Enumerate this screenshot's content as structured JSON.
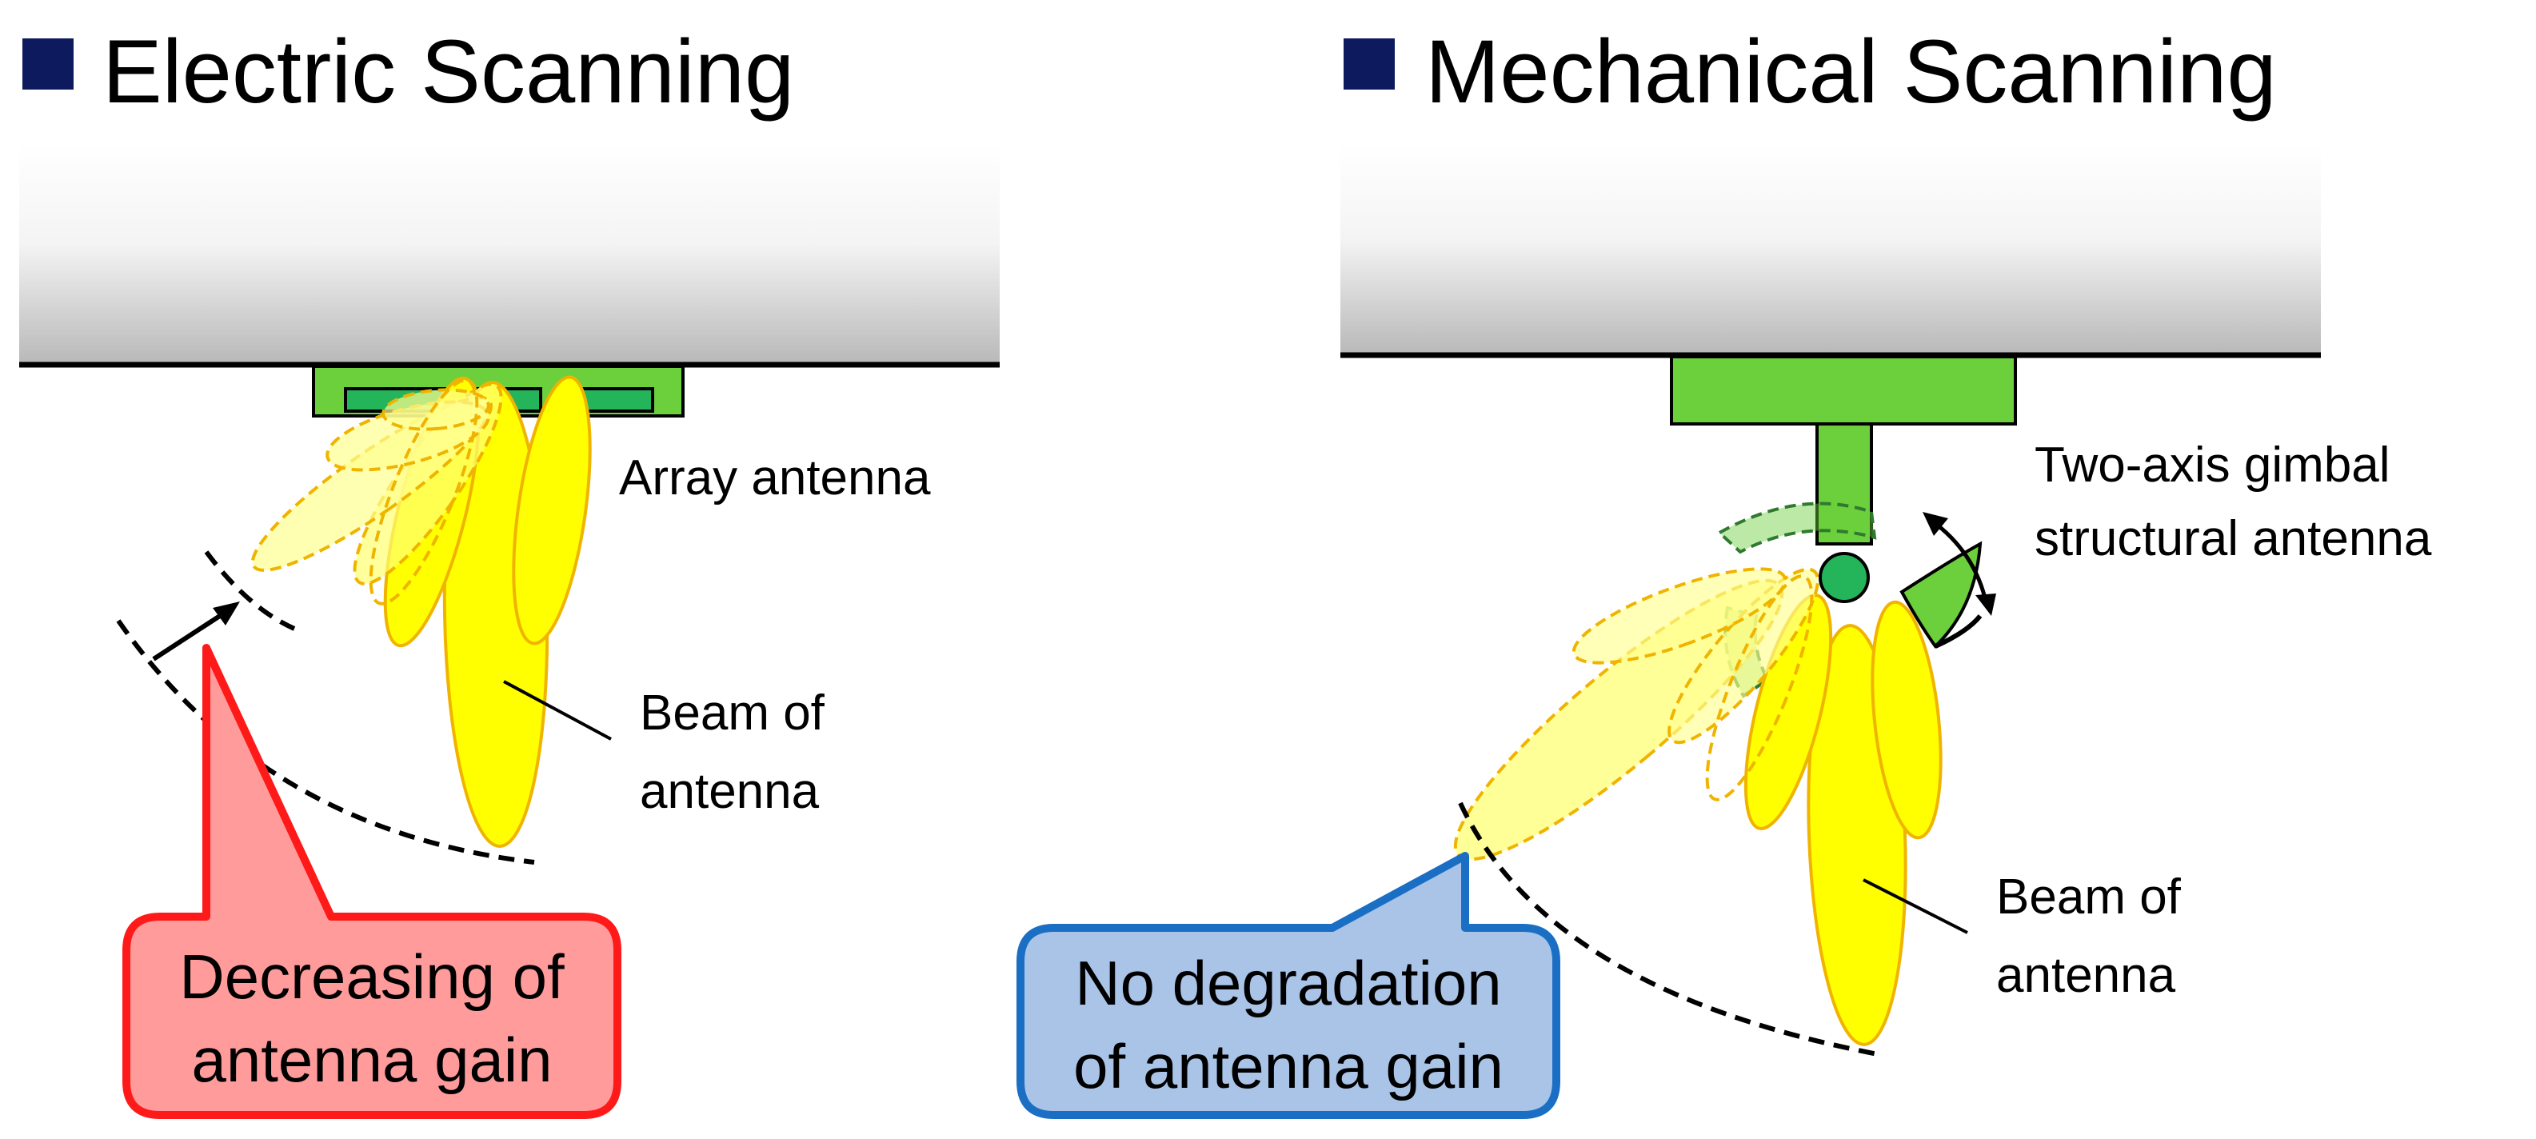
{
  "electric": {
    "title": "Electric Scanning",
    "array_label": "Array antenna",
    "beam_label_line1": "Beam of",
    "beam_label_line2": "antenna",
    "callout_line1": "Decreasing of",
    "callout_line2": "antenna gain"
  },
  "mechanical": {
    "title": "Mechanical Scanning",
    "gimbal_label_line1": "Two-axis gimbal",
    "gimbal_label_line2": "structural antenna",
    "beam_label_line1": "Beam of",
    "beam_label_line2": "antenna",
    "callout_line1": "No degradation",
    "callout_line2": "of antenna gain"
  },
  "colors": {
    "title_square": "#0d1b5e",
    "antenna_green": "#6ccf3c",
    "beam_yellow": "#ffff00",
    "beam_outline": "#f0b400",
    "red_callout_fill": "#ff9b9b",
    "red_callout_border": "#ff1a1a",
    "blue_callout_fill": "#aac4e8",
    "blue_callout_border": "#1a6fc4"
  }
}
